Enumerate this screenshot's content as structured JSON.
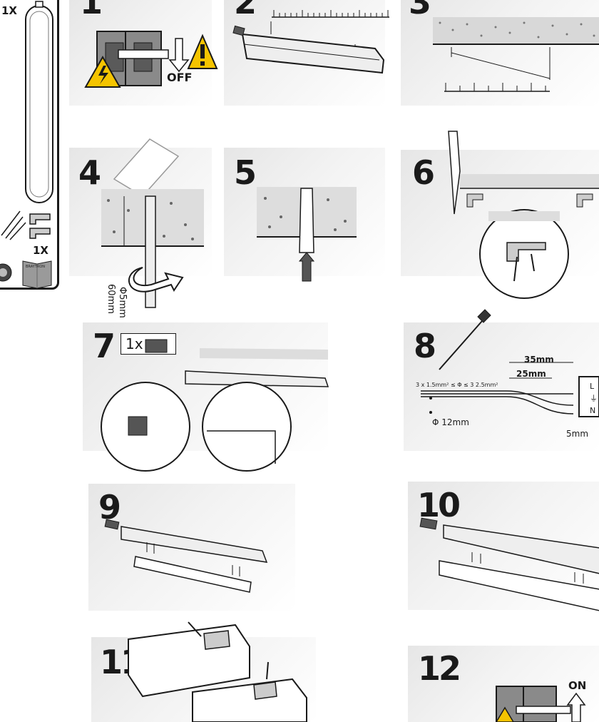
{
  "kit": {
    "qty_top": "1X",
    "qty_bottom": "1X",
    "booklet_text": "BRAYTRON"
  },
  "steps": [
    {
      "number": "1",
      "label": "OFF"
    },
    {
      "number": "2"
    },
    {
      "number": "3"
    },
    {
      "number": "4",
      "depth": "60mm",
      "diameter": "Φ5mm"
    },
    {
      "number": "5"
    },
    {
      "number": "6"
    },
    {
      "number": "7",
      "qty": "1x"
    },
    {
      "number": "8",
      "strip_long": "35mm",
      "strip_short": "25mm",
      "cable_spec": "3 x 1.5mm² ≤ Φ ≤ 3 2.5mm²",
      "gland_diameter": "Φ 12mm",
      "core_strip": "5mm",
      "terminal_labels": [
        "L",
        "⏚",
        "N"
      ]
    },
    {
      "number": "9"
    },
    {
      "number": "10"
    },
    {
      "number": "11"
    },
    {
      "number": "12",
      "label": "ON"
    }
  ]
}
